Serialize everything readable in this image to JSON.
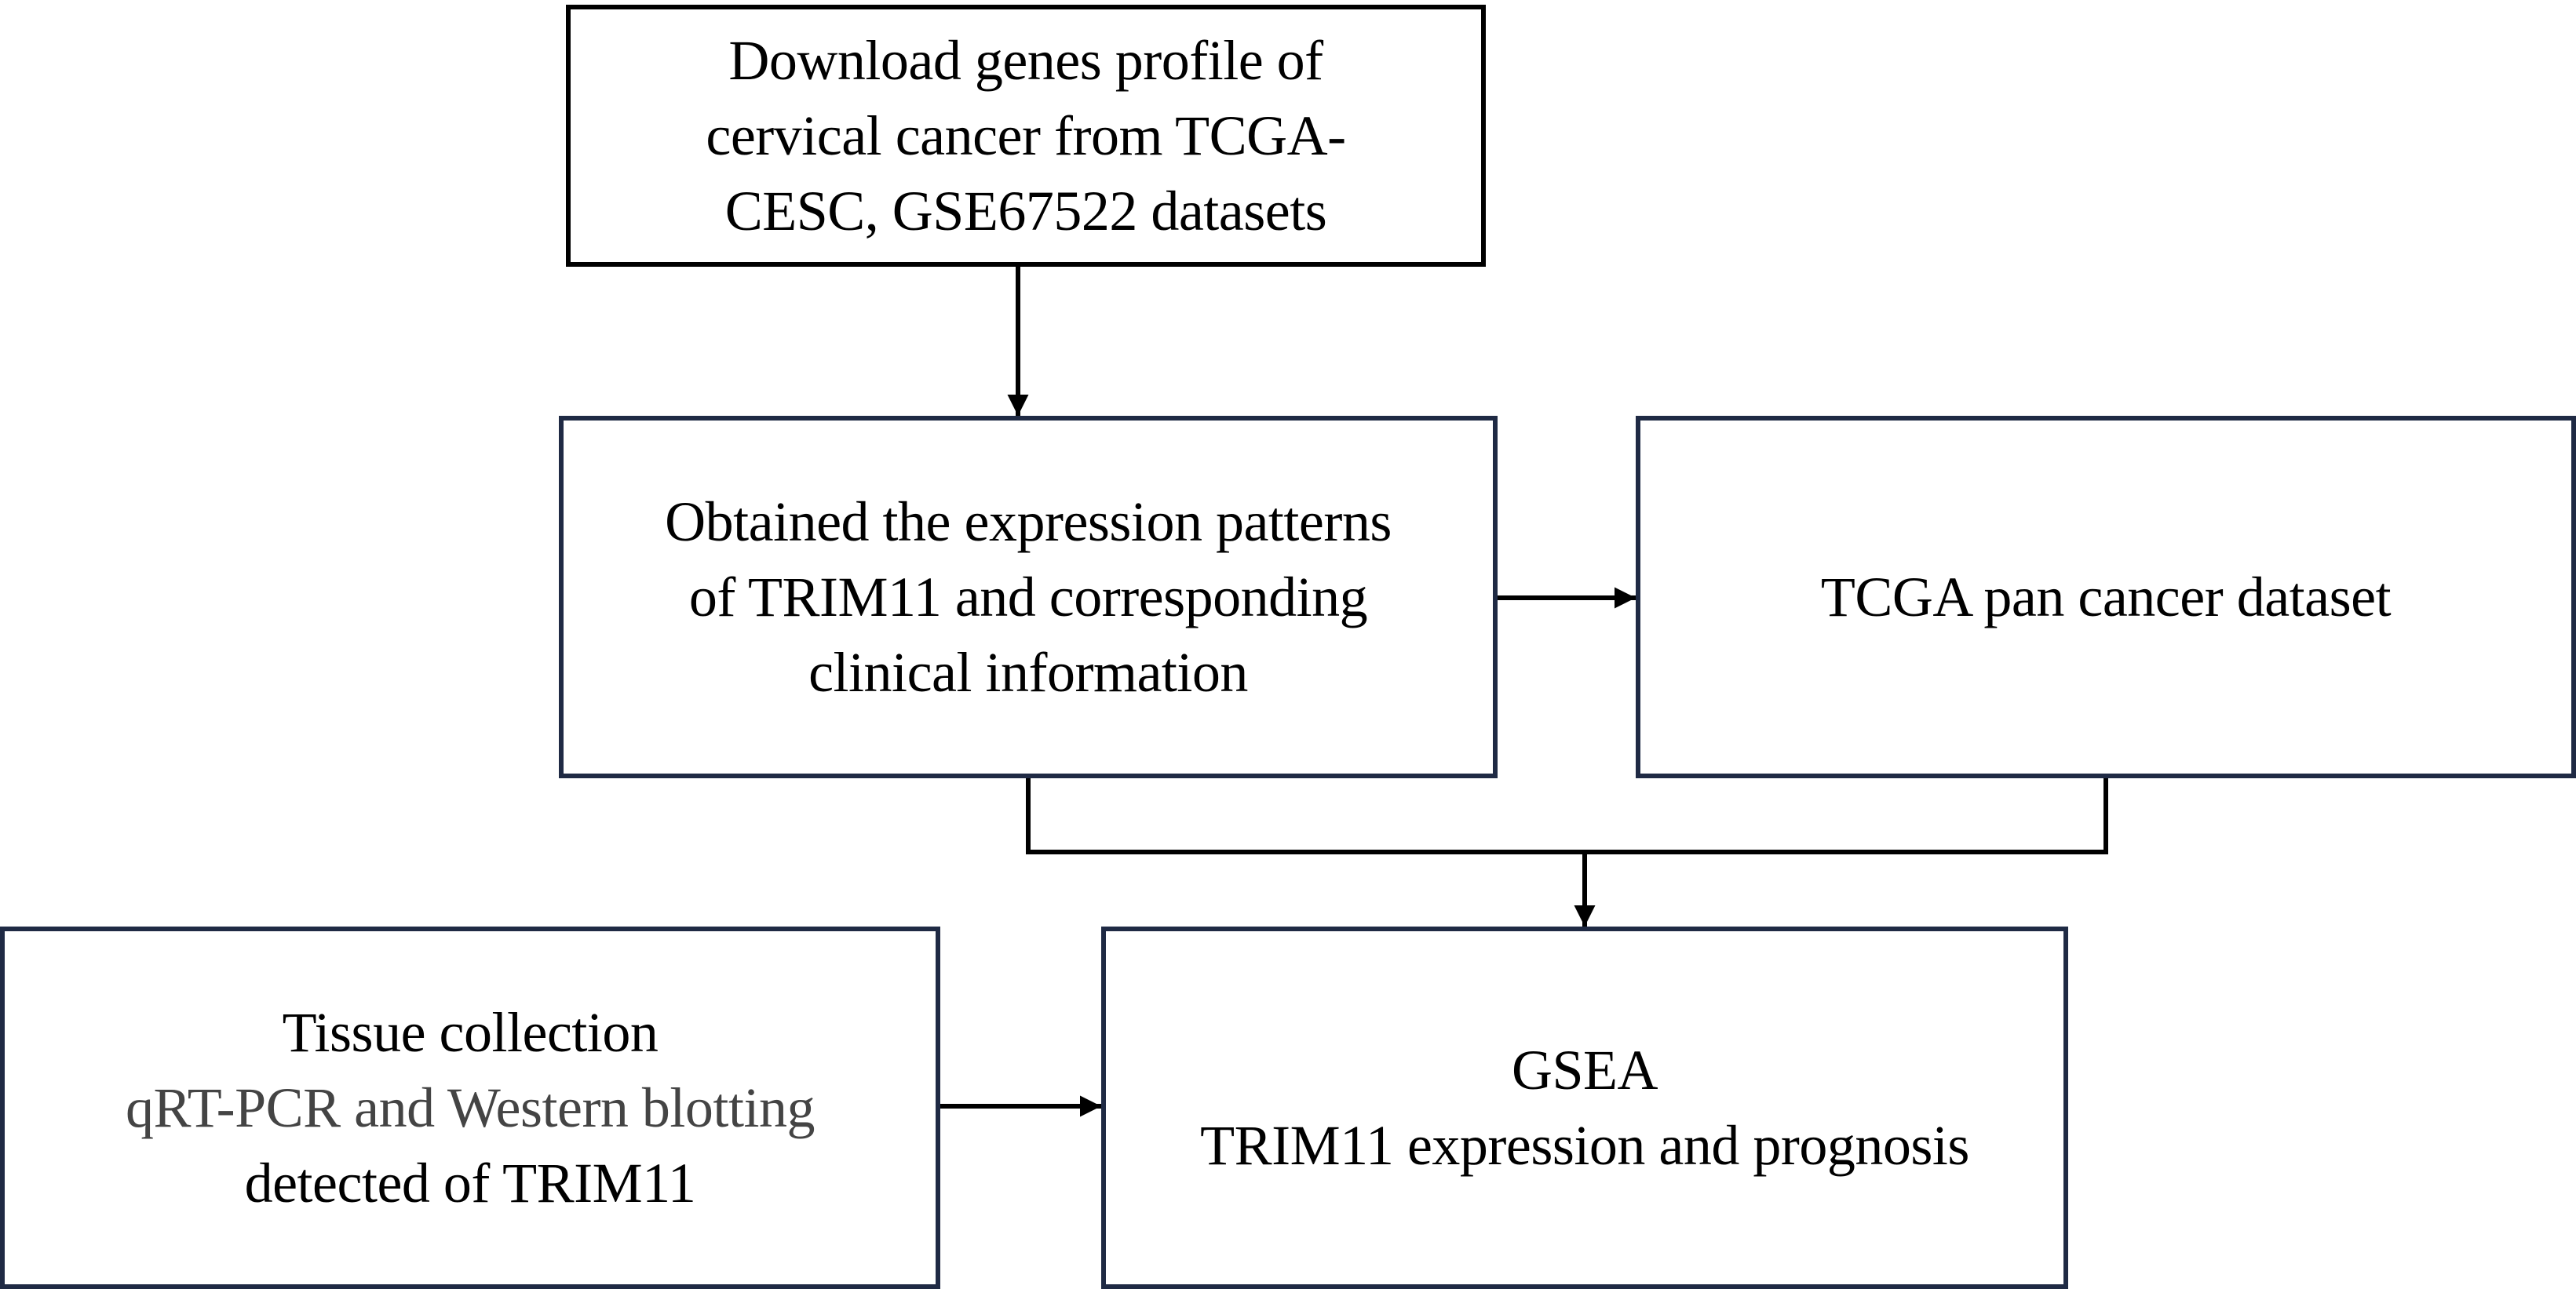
{
  "nodes": {
    "download": {
      "lines": [
        "Download genes profile of",
        "cervical cancer from TCGA-",
        "CESC, GSE67522 datasets"
      ]
    },
    "obtained": {
      "lines": [
        "Obtained the expression patterns",
        "of TRIM11 and corresponding",
        "clinical information"
      ]
    },
    "tcga_pan": {
      "lines": [
        "TCGA pan cancer dataset"
      ]
    },
    "tissue": {
      "lines": [
        "Tissue collection",
        "qRT-PCR and Western blotting",
        "detected of TRIM11"
      ]
    },
    "gsea": {
      "lines": [
        "GSEA",
        "TRIM11 expression and prognosis"
      ]
    }
  },
  "edges": [
    {
      "from": "download",
      "to": "obtained"
    },
    {
      "from": "obtained",
      "to": "tcga_pan"
    },
    {
      "from": "obtained",
      "to": "gsea"
    },
    {
      "from": "tcga_pan",
      "to": "gsea"
    },
    {
      "from": "tissue",
      "to": "gsea"
    }
  ],
  "colors": {
    "border_top": "#000000",
    "border_boxes": "#1f2a44",
    "arrow": "#000000",
    "text": "#000000"
  }
}
